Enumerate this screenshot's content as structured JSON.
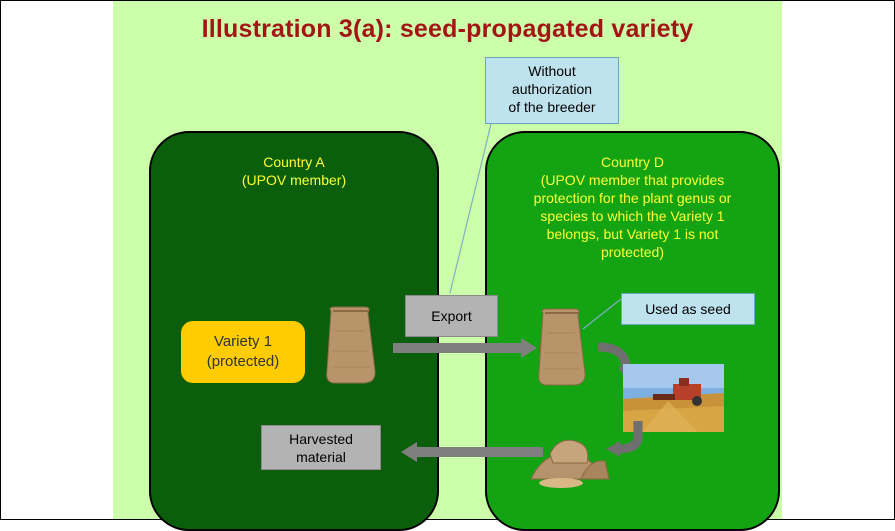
{
  "title": "Illustration 3(a):  seed-propagated variety",
  "country_a": {
    "name": "Country A",
    "subtitle": "(UPOV member)"
  },
  "country_d": {
    "name": "Country D",
    "description": [
      "(UPOV member that provides",
      "protection for the plant genus or",
      "species to which the Variety  1",
      "belongs, but Variety 1 is not",
      "protected)"
    ]
  },
  "callout_authorization": [
    "Without",
    "authorization",
    "of the breeder"
  ],
  "callout_seed": "Used as seed",
  "export_label": "Export",
  "variety": [
    "Variety 1",
    "(protected)"
  ],
  "harvested": [
    "Harvested",
    "material"
  ],
  "colors": {
    "background": "#ccffaa",
    "title": "#a31515",
    "country_a_fill": "#0b5e0b",
    "country_d_fill": "#13a313",
    "country_text": "#ffff33",
    "variety_fill": "#ffcc00",
    "callout_fill": "#bfe3ee",
    "label_gray": "#b3b3b3"
  }
}
